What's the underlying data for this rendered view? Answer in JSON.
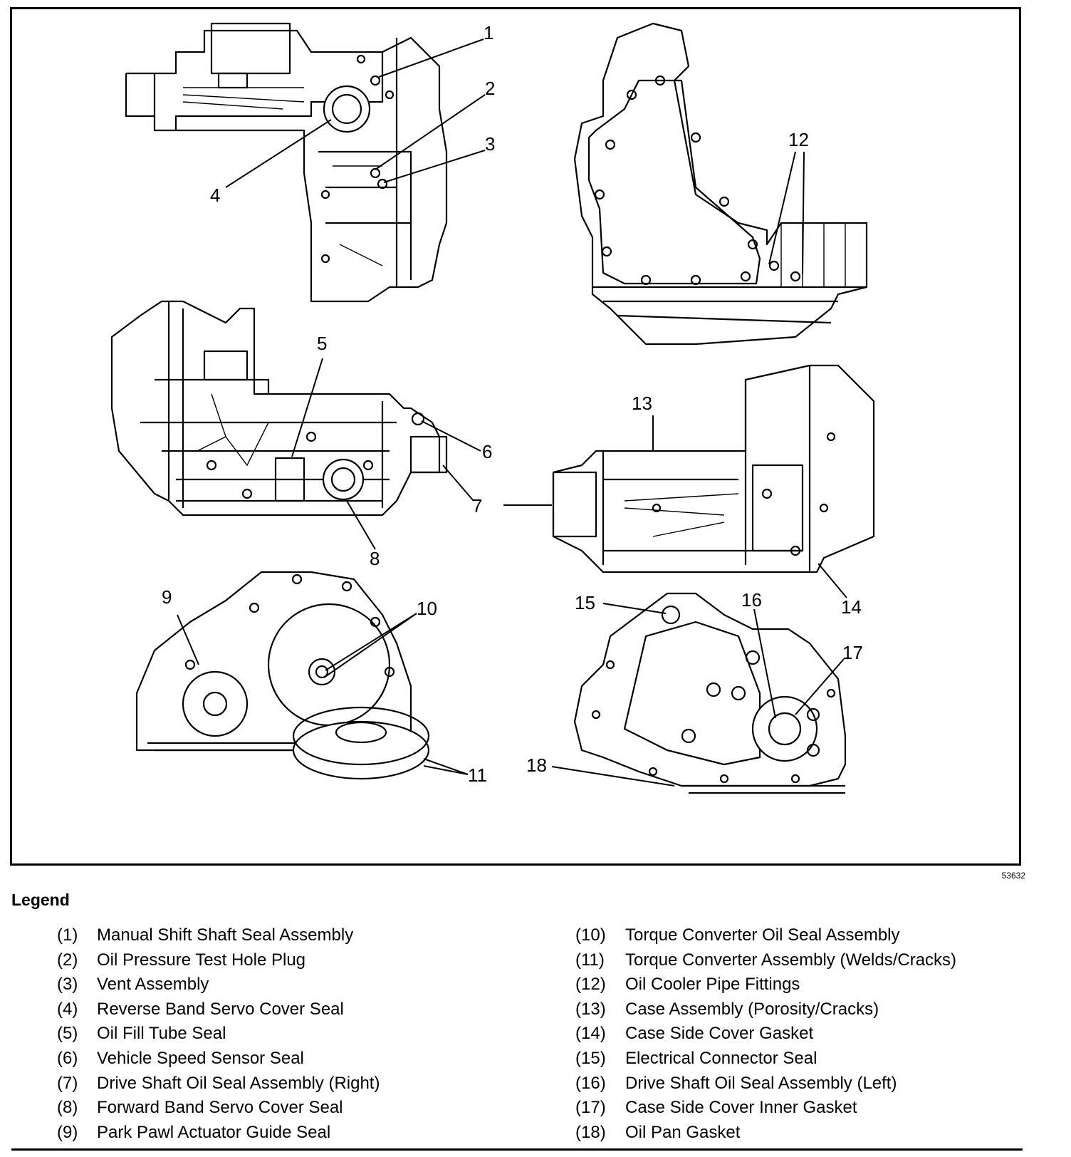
{
  "figure": {
    "callouts": [
      "1",
      "2",
      "3",
      "4",
      "5",
      "6",
      "7",
      "8",
      "9",
      "10",
      "11",
      "12",
      "13",
      "14",
      "15",
      "16",
      "17",
      "18"
    ],
    "figure_id": "53632"
  },
  "legend": {
    "title": "Legend",
    "left": [
      {
        "num": "(1)",
        "text": "Manual Shift Shaft Seal Assembly"
      },
      {
        "num": "(2)",
        "text": "Oil Pressure Test Hole Plug"
      },
      {
        "num": "(3)",
        "text": "Vent Assembly"
      },
      {
        "num": "(4)",
        "text": "Reverse Band Servo Cover Seal"
      },
      {
        "num": "(5)",
        "text": "Oil Fill Tube Seal"
      },
      {
        "num": "(6)",
        "text": "Vehicle Speed Sensor Seal"
      },
      {
        "num": "(7)",
        "text": "Drive Shaft Oil Seal Assembly (Right)"
      },
      {
        "num": "(8)",
        "text": "Forward Band Servo Cover Seal"
      },
      {
        "num": "(9)",
        "text": "Park Pawl Actuator Guide Seal"
      }
    ],
    "right": [
      {
        "num": "(10)",
        "text": "Torque Converter Oil Seal Assembly"
      },
      {
        "num": "(11)",
        "text": "Torque Converter Assembly (Welds/Cracks)"
      },
      {
        "num": "(12)",
        "text": "Oil Cooler Pipe Fittings"
      },
      {
        "num": "(13)",
        "text": "Case Assembly (Porosity/Cracks)"
      },
      {
        "num": "(14)",
        "text": "Case Side Cover Gasket"
      },
      {
        "num": "(15)",
        "text": "Electrical Connector Seal"
      },
      {
        "num": "(16)",
        "text": "Drive Shaft Oil Seal Assembly (Left)"
      },
      {
        "num": "(17)",
        "text": "Case Side Cover Inner Gasket"
      },
      {
        "num": "(18)",
        "text": "Oil Pan Gasket"
      }
    ]
  }
}
